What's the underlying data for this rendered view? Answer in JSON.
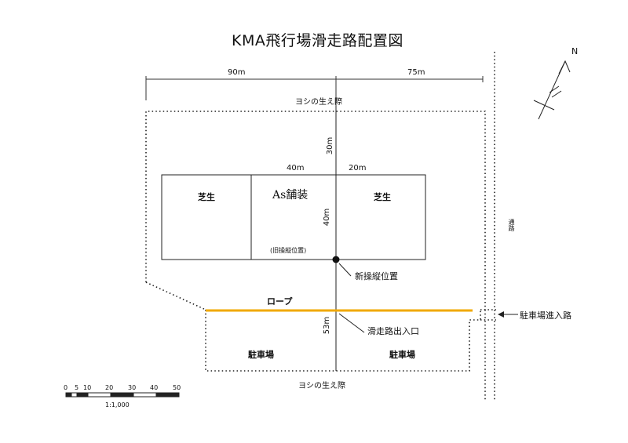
{
  "title": "KMA飛行場滑走路配置図",
  "dimensions": {
    "west_width": "90m",
    "east_width": "75m",
    "north_setback": "30m",
    "pavement_width": "40m",
    "east_grass_width": "20m",
    "pavement_depth": "40m",
    "south_depth": "53m"
  },
  "areas": {
    "grass_left": "芝生",
    "pavement": "As舗装",
    "grass_right": "芝生",
    "parking_left": "駐車場",
    "parking_right": "駐車場"
  },
  "labels": {
    "reed_border_north": "ヨシの生え際",
    "reed_border_south": "ヨシの生え際",
    "old_control_position": "(旧操縦位置)",
    "new_control_position": "新操縦位置",
    "rope": "ロープ",
    "runway_entrance": "滑走路出入口",
    "parking_entrance": "駐車場進入路",
    "road": "通路"
  },
  "scale": {
    "ticks": [
      "0",
      "5",
      "10",
      "20",
      "30",
      "40",
      "50"
    ],
    "ratio": "1:1,000"
  },
  "north_arrow": {
    "letter": "N"
  },
  "colors": {
    "rope": "#f0a800",
    "line": "#222222"
  }
}
